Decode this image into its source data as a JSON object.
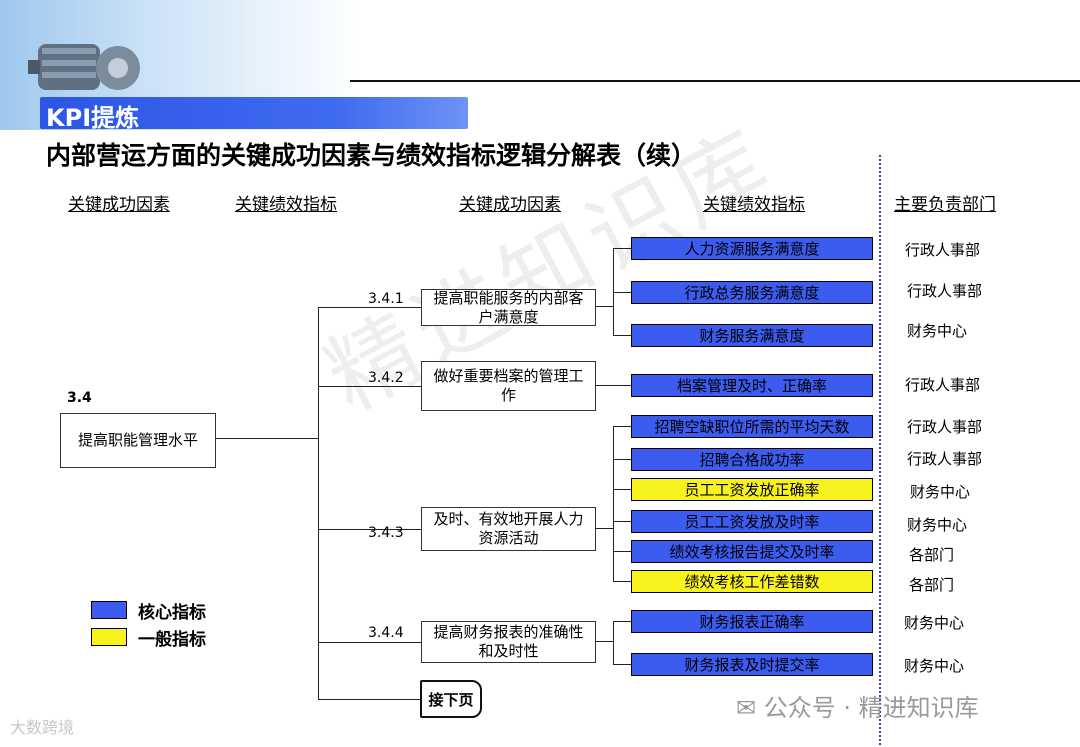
{
  "header": {
    "kpi_label": "KPI提炼",
    "title": "内部营运方面的关键成功因素与绩效指标逻辑分解表（续）"
  },
  "columns": [
    "关键成功因素",
    "关键绩效指标",
    "关键成功因素",
    "关键绩效指标",
    "主要负责部门"
  ],
  "root": {
    "code": "3.4",
    "label": "提高职能管理水平"
  },
  "factors": [
    {
      "code": "3.4.1",
      "label": "提高职能服务的内部客户满意度"
    },
    {
      "code": "3.4.2",
      "label": "做好重要档案的管理工作"
    },
    {
      "code": "3.4.3",
      "label": "及时、有效地开展人力资源活动"
    },
    {
      "code": "3.4.4",
      "label": "提高财务报表的准确性和及时性"
    }
  ],
  "kpis": [
    {
      "label": "人力资源服务满意度",
      "type": "core",
      "dept": "行政人事部"
    },
    {
      "label": "行政总务服务满意度",
      "type": "core",
      "dept": "行政人事部"
    },
    {
      "label": "财务服务满意度",
      "type": "core",
      "dept": "财务中心"
    },
    {
      "label": "档案管理及时、正确率",
      "type": "core",
      "dept": "行政人事部"
    },
    {
      "label": "招聘空缺职位所需的平均天数",
      "type": "core",
      "dept": "行政人事部"
    },
    {
      "label": "招聘合格成功率",
      "type": "core",
      "dept": "行政人事部"
    },
    {
      "label": "员工工资发放正确率",
      "type": "general",
      "dept": "财务中心"
    },
    {
      "label": "员工工资发放及时率",
      "type": "core",
      "dept": "财务中心"
    },
    {
      "label": "绩效考核报告提交及时率",
      "type": "core",
      "dept": "各部门"
    },
    {
      "label": "绩效考核工作差错数",
      "type": "general",
      "dept": "各部门"
    },
    {
      "label": "财务报表正确率",
      "type": "core",
      "dept": "财务中心"
    },
    {
      "label": "财务报表及时提交率",
      "type": "core",
      "dept": "财务中心"
    }
  ],
  "legend": {
    "core": "核心指标",
    "general": "一般指标"
  },
  "colors": {
    "core": "#3c5cf0",
    "general": "#f7f21e",
    "kpi_bar": "#2d55e6"
  },
  "next_page": "接下页",
  "watermarks": {
    "center": "精进知识库",
    "bottom": "公众号 · 精进知识库",
    "corner": "大数跨境"
  }
}
